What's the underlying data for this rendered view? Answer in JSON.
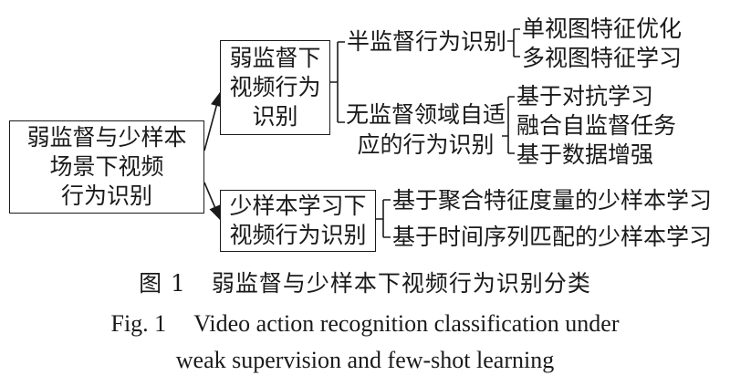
{
  "root": {
    "lines": [
      "弱监督与少样本",
      "场景下视频",
      "行为识别"
    ]
  },
  "branches": [
    {
      "lines": [
        "弱监督下",
        "视频行为",
        "识别"
      ],
      "subgroups": [
        {
          "label": "半监督行为识别",
          "leaves": [
            "单视图特征优化",
            "多视图特征学习"
          ]
        },
        {
          "label_lines": [
            "无监督领域自适",
            "应的行为识别"
          ],
          "leaves": [
            "基于对抗学习",
            "融合自监督任务",
            "基于数据增强"
          ]
        }
      ]
    },
    {
      "lines": [
        "少样本学习下",
        "视频行为识别"
      ],
      "leaves": [
        "基于聚合特征度量的少样本学习",
        "基于时间序列匹配的少样本学习"
      ]
    }
  ],
  "caption": {
    "cn_number": "图 1",
    "cn_title": "弱监督与少样本下视频行为识别分类",
    "en_number": "Fig. 1",
    "en_line1": "Video action recognition classification under",
    "en_line2": "weak supervision and few-shot learning"
  }
}
